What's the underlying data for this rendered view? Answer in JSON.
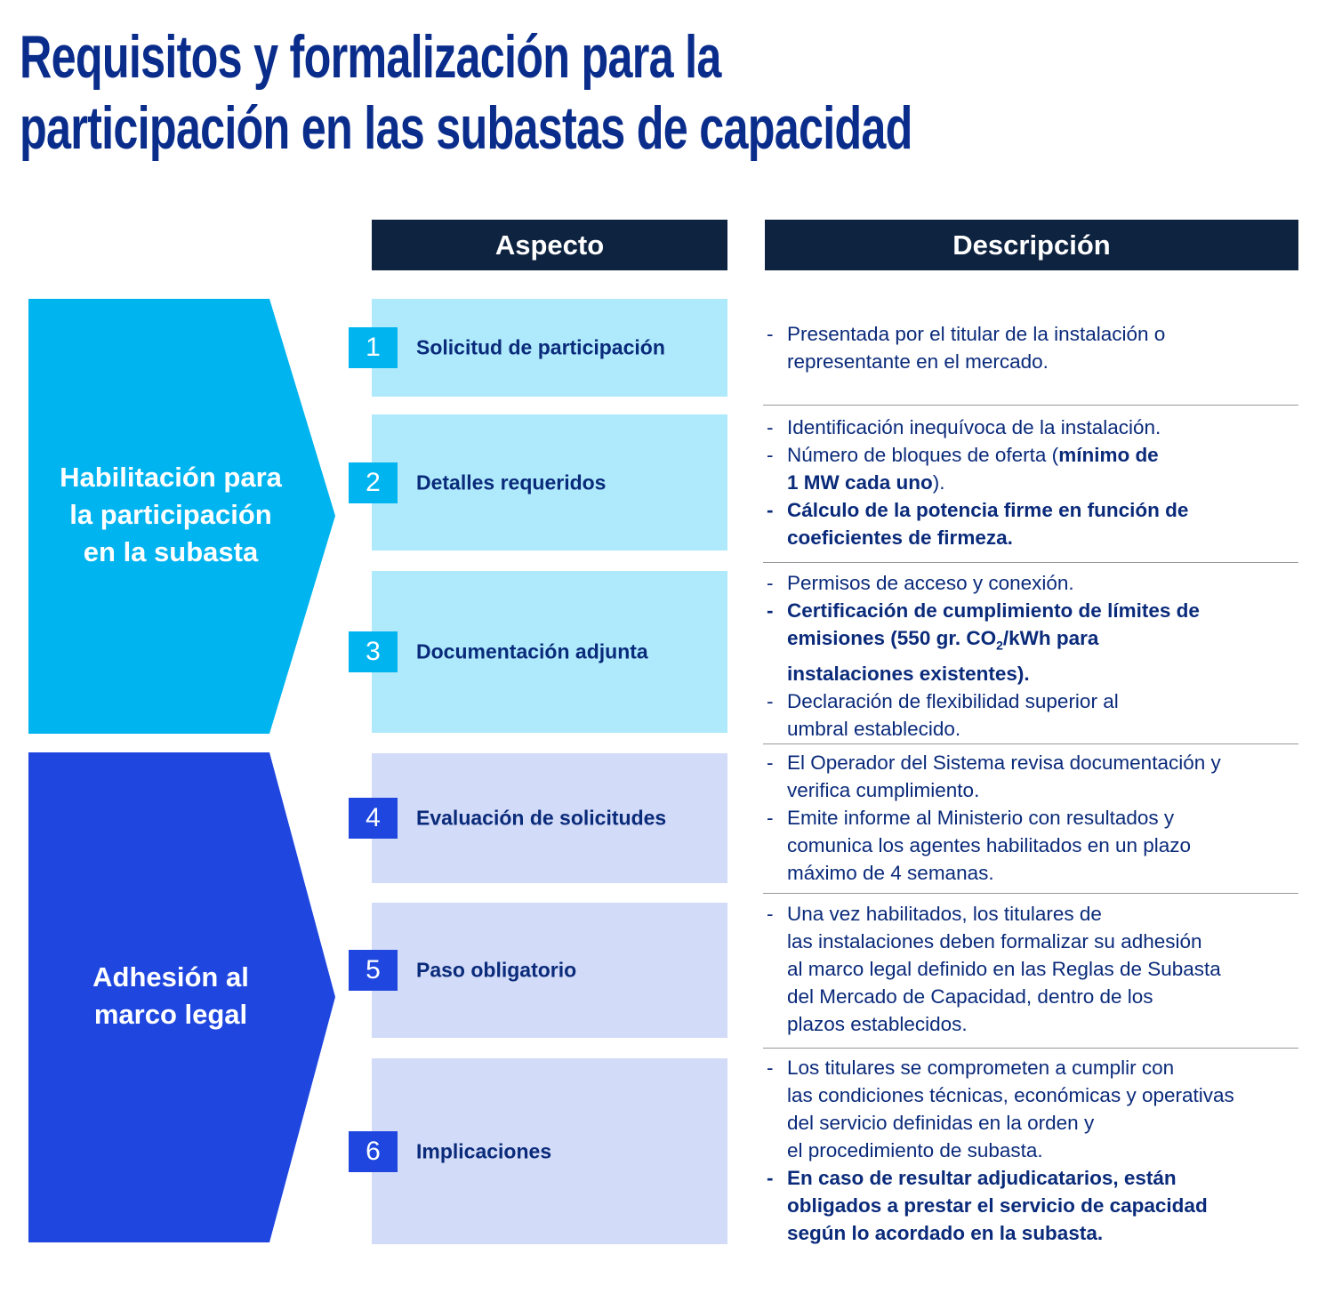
{
  "title": {
    "line1": "Requisitos y formalización para la",
    "line2": "participación en las subastas de capacidad"
  },
  "headers": {
    "aspect": "Aspecto",
    "description": "Descripción"
  },
  "colors": {
    "title": "#0a2d8c",
    "header_bg": "#0e2340",
    "phase1": "#00b4f0",
    "phase1_light": "#aeeafc",
    "phase2": "#1f47e0",
    "phase2_light": "#d2dbf7",
    "text": "#0a2a7a"
  },
  "phases": [
    {
      "label_lines": [
        "Habilitación para",
        "la participación",
        "en la subasta"
      ]
    },
    {
      "label_lines": [
        "Adhesión al",
        "marco legal"
      ]
    }
  ],
  "rows": [
    {
      "number": "1",
      "aspect": "Solicitud de participación",
      "description": [
        [
          [
            {
              "t": "Presentada por el titular de la instalación o"
            }
          ],
          [
            {
              "t": "representante en el mercado."
            }
          ]
        ]
      ]
    },
    {
      "number": "2",
      "aspect": "Detalles requeridos",
      "description": [
        [
          [
            {
              "t": "Identificación inequívoca de la instalación."
            }
          ]
        ],
        [
          [
            {
              "t": "Número de bloques de oferta ("
            },
            {
              "t": "mínimo de",
              "b": true
            }
          ],
          [
            {
              "t": "1 MW cada uno",
              "b": true
            },
            {
              "t": ")."
            }
          ]
        ],
        [
          [
            {
              "t": "Cálculo de la potencia firme en función de",
              "b": true
            }
          ],
          [
            {
              "t": "coeficientes de firmeza.",
              "b": true
            }
          ]
        ]
      ]
    },
    {
      "number": "3",
      "aspect": "Documentación adjunta",
      "description": [
        [
          [
            {
              "t": "Permisos de acceso y conexión."
            }
          ]
        ],
        [
          [
            {
              "t": "Certificación de cumplimiento de límites de",
              "b": true
            }
          ],
          [
            {
              "t": "emisiones (550 gr. CO",
              "b": true
            },
            {
              "t": "2",
              "b": true,
              "sub": true
            },
            {
              "t": "/kWh para",
              "b": true
            }
          ],
          [
            {
              "t": "instalaciones existentes).",
              "b": true
            }
          ]
        ],
        [
          [
            {
              "t": "Declaración de flexibilidad superior al"
            }
          ],
          [
            {
              "t": "umbral establecido."
            }
          ]
        ]
      ]
    },
    {
      "number": "4",
      "aspect": "Evaluación de solicitudes",
      "description": [
        [
          [
            {
              "t": "El Operador del Sistema revisa documentación y"
            }
          ],
          [
            {
              "t": "verifica cumplimiento."
            }
          ]
        ],
        [
          [
            {
              "t": "Emite informe al Ministerio con resultados y"
            }
          ],
          [
            {
              "t": "comunica los agentes habilitados en un plazo"
            }
          ],
          [
            {
              "t": "máximo de 4 semanas."
            }
          ]
        ]
      ]
    },
    {
      "number": "5",
      "aspect": "Paso obligatorio",
      "description": [
        [
          [
            {
              "t": "Una vez habilitados, los titulares de"
            }
          ],
          [
            {
              "t": "las instalaciones deben formalizar su adhesión"
            }
          ],
          [
            {
              "t": "al marco legal definido en las Reglas de Subasta"
            }
          ],
          [
            {
              "t": "del Mercado de Capacidad, dentro de los"
            }
          ],
          [
            {
              "t": "plazos establecidos."
            }
          ]
        ]
      ]
    },
    {
      "number": "6",
      "aspect": "Implicaciones",
      "description": [
        [
          [
            {
              "t": "Los titulares se comprometen a cumplir con"
            }
          ],
          [
            {
              "t": "las condiciones técnicas, económicas y operativas"
            }
          ],
          [
            {
              "t": " del servicio definidas en la orden y"
            }
          ],
          [
            {
              "t": "el procedimiento de subasta."
            }
          ]
        ],
        [
          [
            {
              "t": "En caso de resultar adjudicatarios, están",
              "b": true
            }
          ],
          [
            {
              "t": "obligados a prestar el servicio de capacidad",
              "b": true
            }
          ],
          [
            {
              "t": "según lo acordado en la subasta.",
              "b": true
            }
          ]
        ]
      ]
    }
  ],
  "bullet": "-"
}
